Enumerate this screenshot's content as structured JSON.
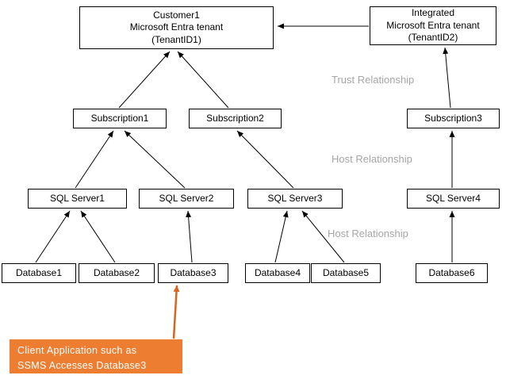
{
  "diagram_title": "Microsoft Entra tenant / SQL Server hierarchy diagram",
  "colors": {
    "node_border": "#000000",
    "node_bg": "#ffffff",
    "arrow": "#000000",
    "relationship_label": "#a6a6a6",
    "callout_bg": "#ed7d31",
    "callout_text": "#ffffff",
    "callout_arrow": "#d9641e"
  },
  "nodes": {
    "tenant1": "Customer1\nMicrosoft Entra tenant\n(TenantID1)",
    "tenant2": "Integrated\nMicrosoft Entra tenant\n(TenantID2)",
    "sub1": "Subscription1",
    "sub2": "Subscription2",
    "sub3": "Subscription3",
    "sql1": "SQL Server1",
    "sql2": "SQL Server2",
    "sql3": "SQL Server3",
    "sql4": "SQL Server4",
    "db1": "Database1",
    "db2": "Database2",
    "db3": "Database3",
    "db4": "Database4",
    "db5": "Database5",
    "db6": "Database6"
  },
  "labels": {
    "trust": "Trust Relationship",
    "host1": "Host Relationship",
    "host2": "Host Relationship"
  },
  "callout": {
    "text": "Client Application such as\nSSMS Accesses Database3"
  }
}
